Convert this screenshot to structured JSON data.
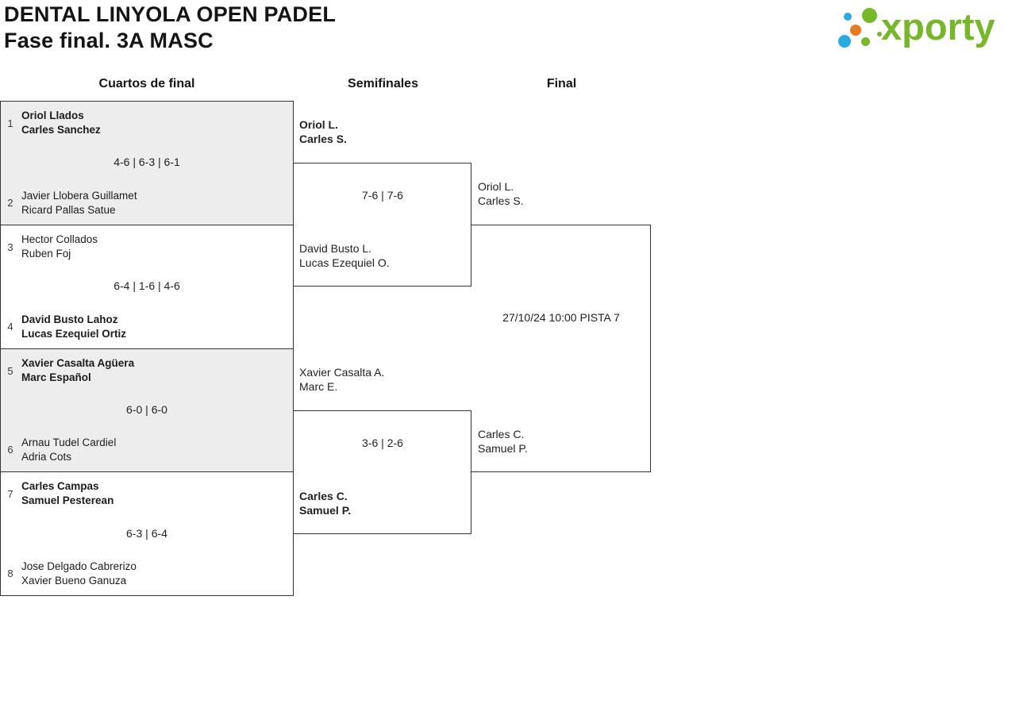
{
  "header": {
    "title_line1": "DENTAL LINYOLA OPEN PADEL",
    "title_line2": "Fase final. 3A MASC",
    "logo_text": "xporty"
  },
  "round_headers": {
    "quarterfinals": "Cuartos de final",
    "semifinals": "Semifinales",
    "final": "Final"
  },
  "bracket": {
    "quarterfinals": [
      {
        "seed_top": "1",
        "team_top": [
          "Oriol Llados",
          "Carles Sanchez"
        ],
        "top_winner": true,
        "score": "4-6 | 6-3 | 6-1",
        "seed_bottom": "2",
        "team_bottom": [
          "Javier Llobera Guillamet",
          "Ricard Pallas Satue"
        ],
        "bottom_winner": false
      },
      {
        "seed_top": "3",
        "team_top": [
          "Hector Collados",
          "Ruben Foj"
        ],
        "top_winner": false,
        "score": "6-4 | 1-6 | 4-6",
        "seed_bottom": "4",
        "team_bottom": [
          "David Busto Lahoz",
          "Lucas Ezequiel Ortiz"
        ],
        "bottom_winner": true
      },
      {
        "seed_top": "5",
        "team_top": [
          "Xavier Casalta Agüera",
          "Marc Español"
        ],
        "top_winner": true,
        "score": "6-0 | 6-0",
        "seed_bottom": "6",
        "team_bottom": [
          "Arnau Tudel Cardiel",
          "Adria Cots"
        ],
        "bottom_winner": false
      },
      {
        "seed_top": "7",
        "team_top": [
          "Carles Campas",
          "Samuel Pesterean"
        ],
        "top_winner": true,
        "score": "6-3 | 6-4",
        "seed_bottom": "8",
        "team_bottom": [
          "Jose Delgado Cabrerizo",
          "Xavier Bueno Ganuza"
        ],
        "bottom_winner": false
      }
    ],
    "semifinals": [
      {
        "team_top": [
          "Oriol L.",
          "Carles S."
        ],
        "top_winner": true,
        "score": "7-6 | 7-6",
        "team_bottom": [
          "David Busto L.",
          "Lucas Ezequiel O."
        ],
        "bottom_winner": false
      },
      {
        "team_top": [
          "Xavier Casalta A.",
          "Marc E."
        ],
        "top_winner": false,
        "score": "3-6 | 2-6",
        "team_bottom": [
          "Carles C.",
          "Samuel P."
        ],
        "bottom_winner": true
      }
    ],
    "final": {
      "team_top": [
        "Oriol L.",
        "Carles S."
      ],
      "team_bottom": [
        "Carles C.",
        "Samuel P."
      ],
      "schedule": "27/10/24 10:00 PISTA 7"
    }
  },
  "colors": {
    "logo_green": "#76b82a",
    "logo_blue": "#29abe2",
    "logo_orange": "#e8791d",
    "box_shaded": "#ededed",
    "line": "#333333",
    "text": "#1c1c1c"
  }
}
